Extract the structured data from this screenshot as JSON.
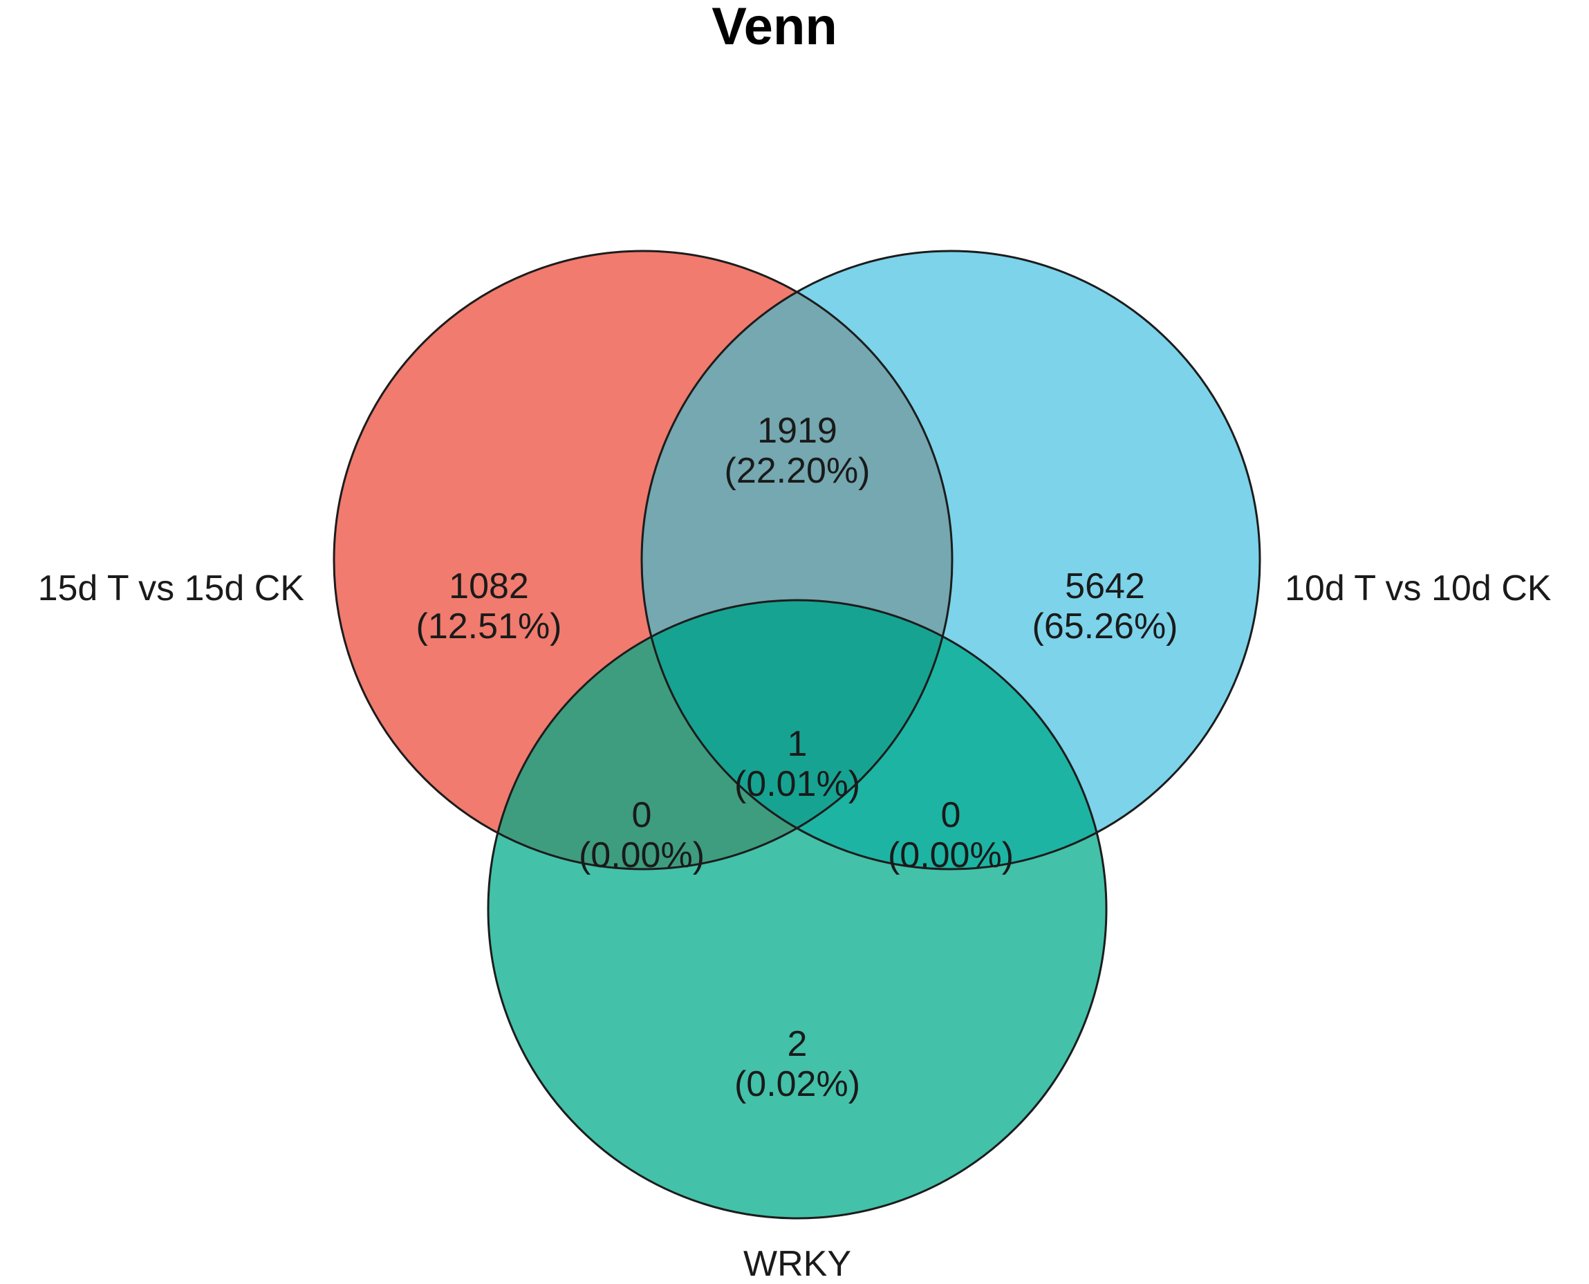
{
  "title": "Venn",
  "sets": [
    {
      "key": "a",
      "label": "15d T vs 15d CK",
      "color": "#F07B6E"
    },
    {
      "key": "b",
      "label": "10d T vs 10d CK",
      "color": "#7CD3EA"
    },
    {
      "key": "c",
      "label": "WRKY",
      "color": "#43C1A9"
    }
  ],
  "regions": [
    {
      "sets": [
        "a"
      ],
      "count": "1082",
      "percent": "(12.51%)"
    },
    {
      "sets": [
        "a",
        "b"
      ],
      "count": "1919",
      "percent": "(22.20%)"
    },
    {
      "sets": [
        "b"
      ],
      "count": "5642",
      "percent": "(65.26%)"
    },
    {
      "sets": [
        "a",
        "b",
        "c"
      ],
      "count": "1",
      "percent": "(0.01%)"
    },
    {
      "sets": [
        "a",
        "c"
      ],
      "count": "0",
      "percent": "(0.00%)"
    },
    {
      "sets": [
        "b",
        "c"
      ],
      "count": "0",
      "percent": "(0.00%)"
    },
    {
      "sets": [
        "c"
      ],
      "count": "2",
      "percent": "(0.02%)"
    }
  ],
  "colors": {
    "ab_overlap": "#75A8B0",
    "ac_overlap": "#3E9D7E",
    "bc_overlap": "#1DB4A3",
    "abc_overlap": "#17A392"
  }
}
